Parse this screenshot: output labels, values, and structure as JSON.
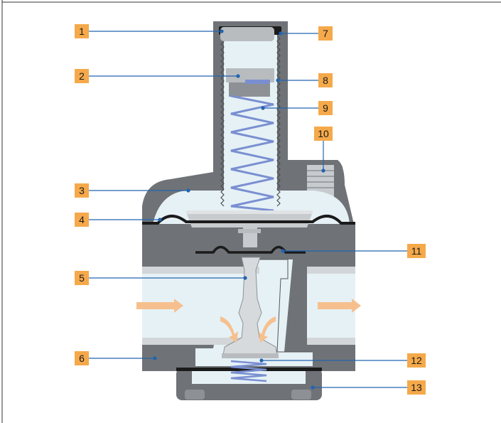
{
  "colors": {
    "label_bg": "#f5a94a",
    "leader_line": "#2363b0",
    "body_gray": "#6f7377",
    "light_gray": "#b9bcbf",
    "flow_arrow": "#f6c08e",
    "channel": "#e6f1f6",
    "spring": "#7a8fd1",
    "seal": "#1b1b1b"
  },
  "callouts": [
    {
      "number": "1"
    },
    {
      "number": "2"
    },
    {
      "number": "3"
    },
    {
      "number": "4"
    },
    {
      "number": "5"
    },
    {
      "number": "6"
    },
    {
      "number": "7"
    },
    {
      "number": "8"
    },
    {
      "number": "9"
    },
    {
      "number": "10"
    },
    {
      "number": "11"
    },
    {
      "number": "12"
    },
    {
      "number": "13"
    }
  ],
  "flow_direction": "left-to-right"
}
